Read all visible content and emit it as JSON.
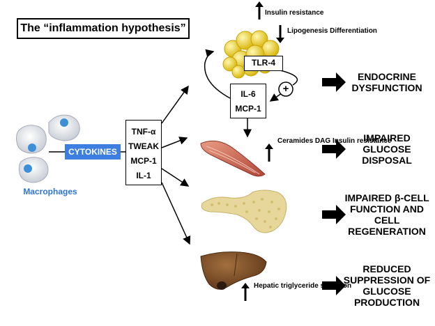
{
  "title": "The “inflammation hypothesis”",
  "macrophages_label": "Macrophages",
  "cytokines_label": "CYTOKINES",
  "cytokine_list": [
    "TNF-α",
    "TWEAK",
    "MCP-1",
    "IL-1"
  ],
  "adipose": {
    "top_note": "Insulin resistance",
    "down_notes": [
      "Lipogenesis",
      "Differentiation"
    ],
    "receptor": "TLR-4",
    "secreted": [
      "IL-6",
      "MCP-1"
    ],
    "plus": "+"
  },
  "muscle": {
    "notes": [
      "Ceramides",
      "DAG",
      "Insulin",
      "resistance"
    ]
  },
  "liver": {
    "notes": [
      "Hepatic",
      "triglyceride",
      "secretion"
    ]
  },
  "outcomes": [
    [
      "ENDOCRINE",
      "DYSFUNCTION"
    ],
    [
      "IMPAIRED",
      "GLUCOSE",
      "DISPOSAL"
    ],
    [
      "IMPAIRED β-CELL",
      "FUNCTION AND",
      "CELL",
      "REGENERATION"
    ],
    [
      "REDUCED",
      "SUPPRESSION",
      "OF GLUCOSE",
      "PRODUCTION"
    ]
  ],
  "colors": {
    "cytokine_box": "#3d7fe0",
    "macrophage_label": "#2f74d8",
    "fat": "#f2dc3a",
    "muscle": "#c8604a",
    "pancreas": "#e8d79a",
    "liver": "#7a4a2a"
  }
}
